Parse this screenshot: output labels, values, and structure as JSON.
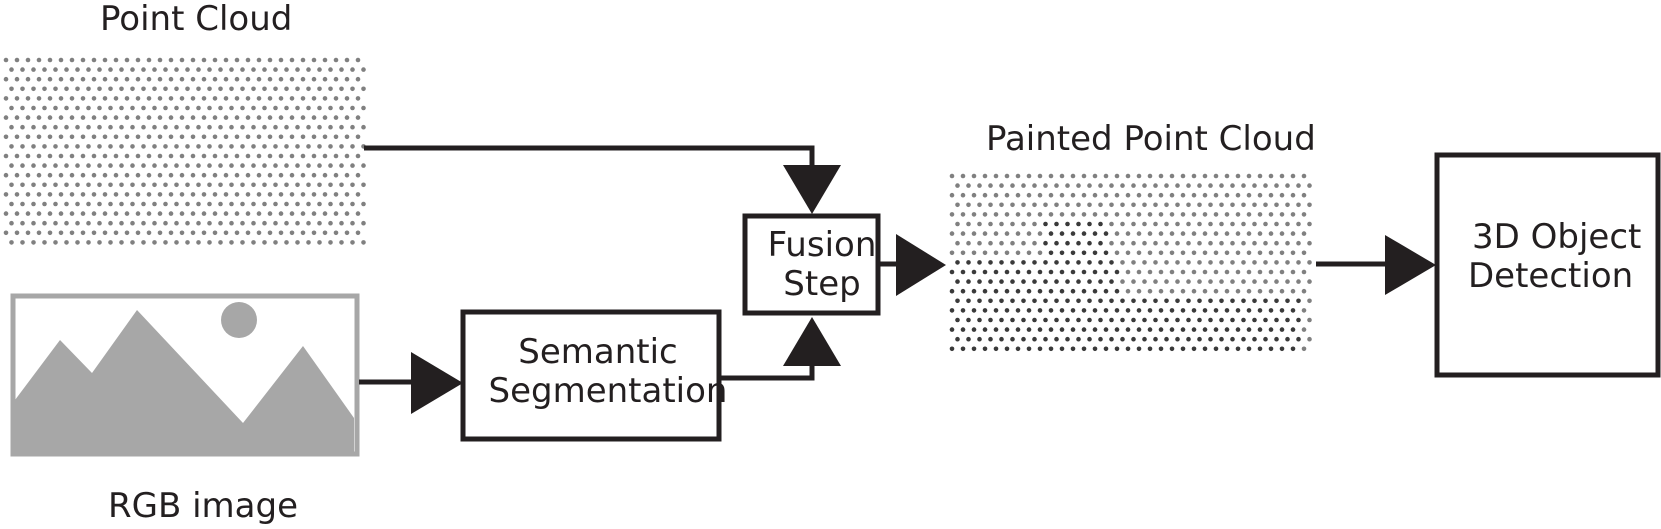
{
  "labels": {
    "point_cloud": "Point Cloud",
    "rgb_image": "RGB image",
    "painted_point_cloud": "Painted Point Cloud"
  },
  "boxes": {
    "semantic_segmentation": {
      "line1": "Semantic",
      "line2": "Segmentation"
    },
    "fusion_step": {
      "line1": "Fusion",
      "line2": "Step"
    },
    "object_detection": {
      "line1": "3D Object",
      "line2": "Detection"
    }
  },
  "icons": {
    "rgb_image": "image-placeholder-icon"
  },
  "colors": {
    "stroke": "#231f20",
    "point_light": "#808080",
    "point_dark": "#3a3a3a",
    "image_gray": "#a7a7a7"
  }
}
